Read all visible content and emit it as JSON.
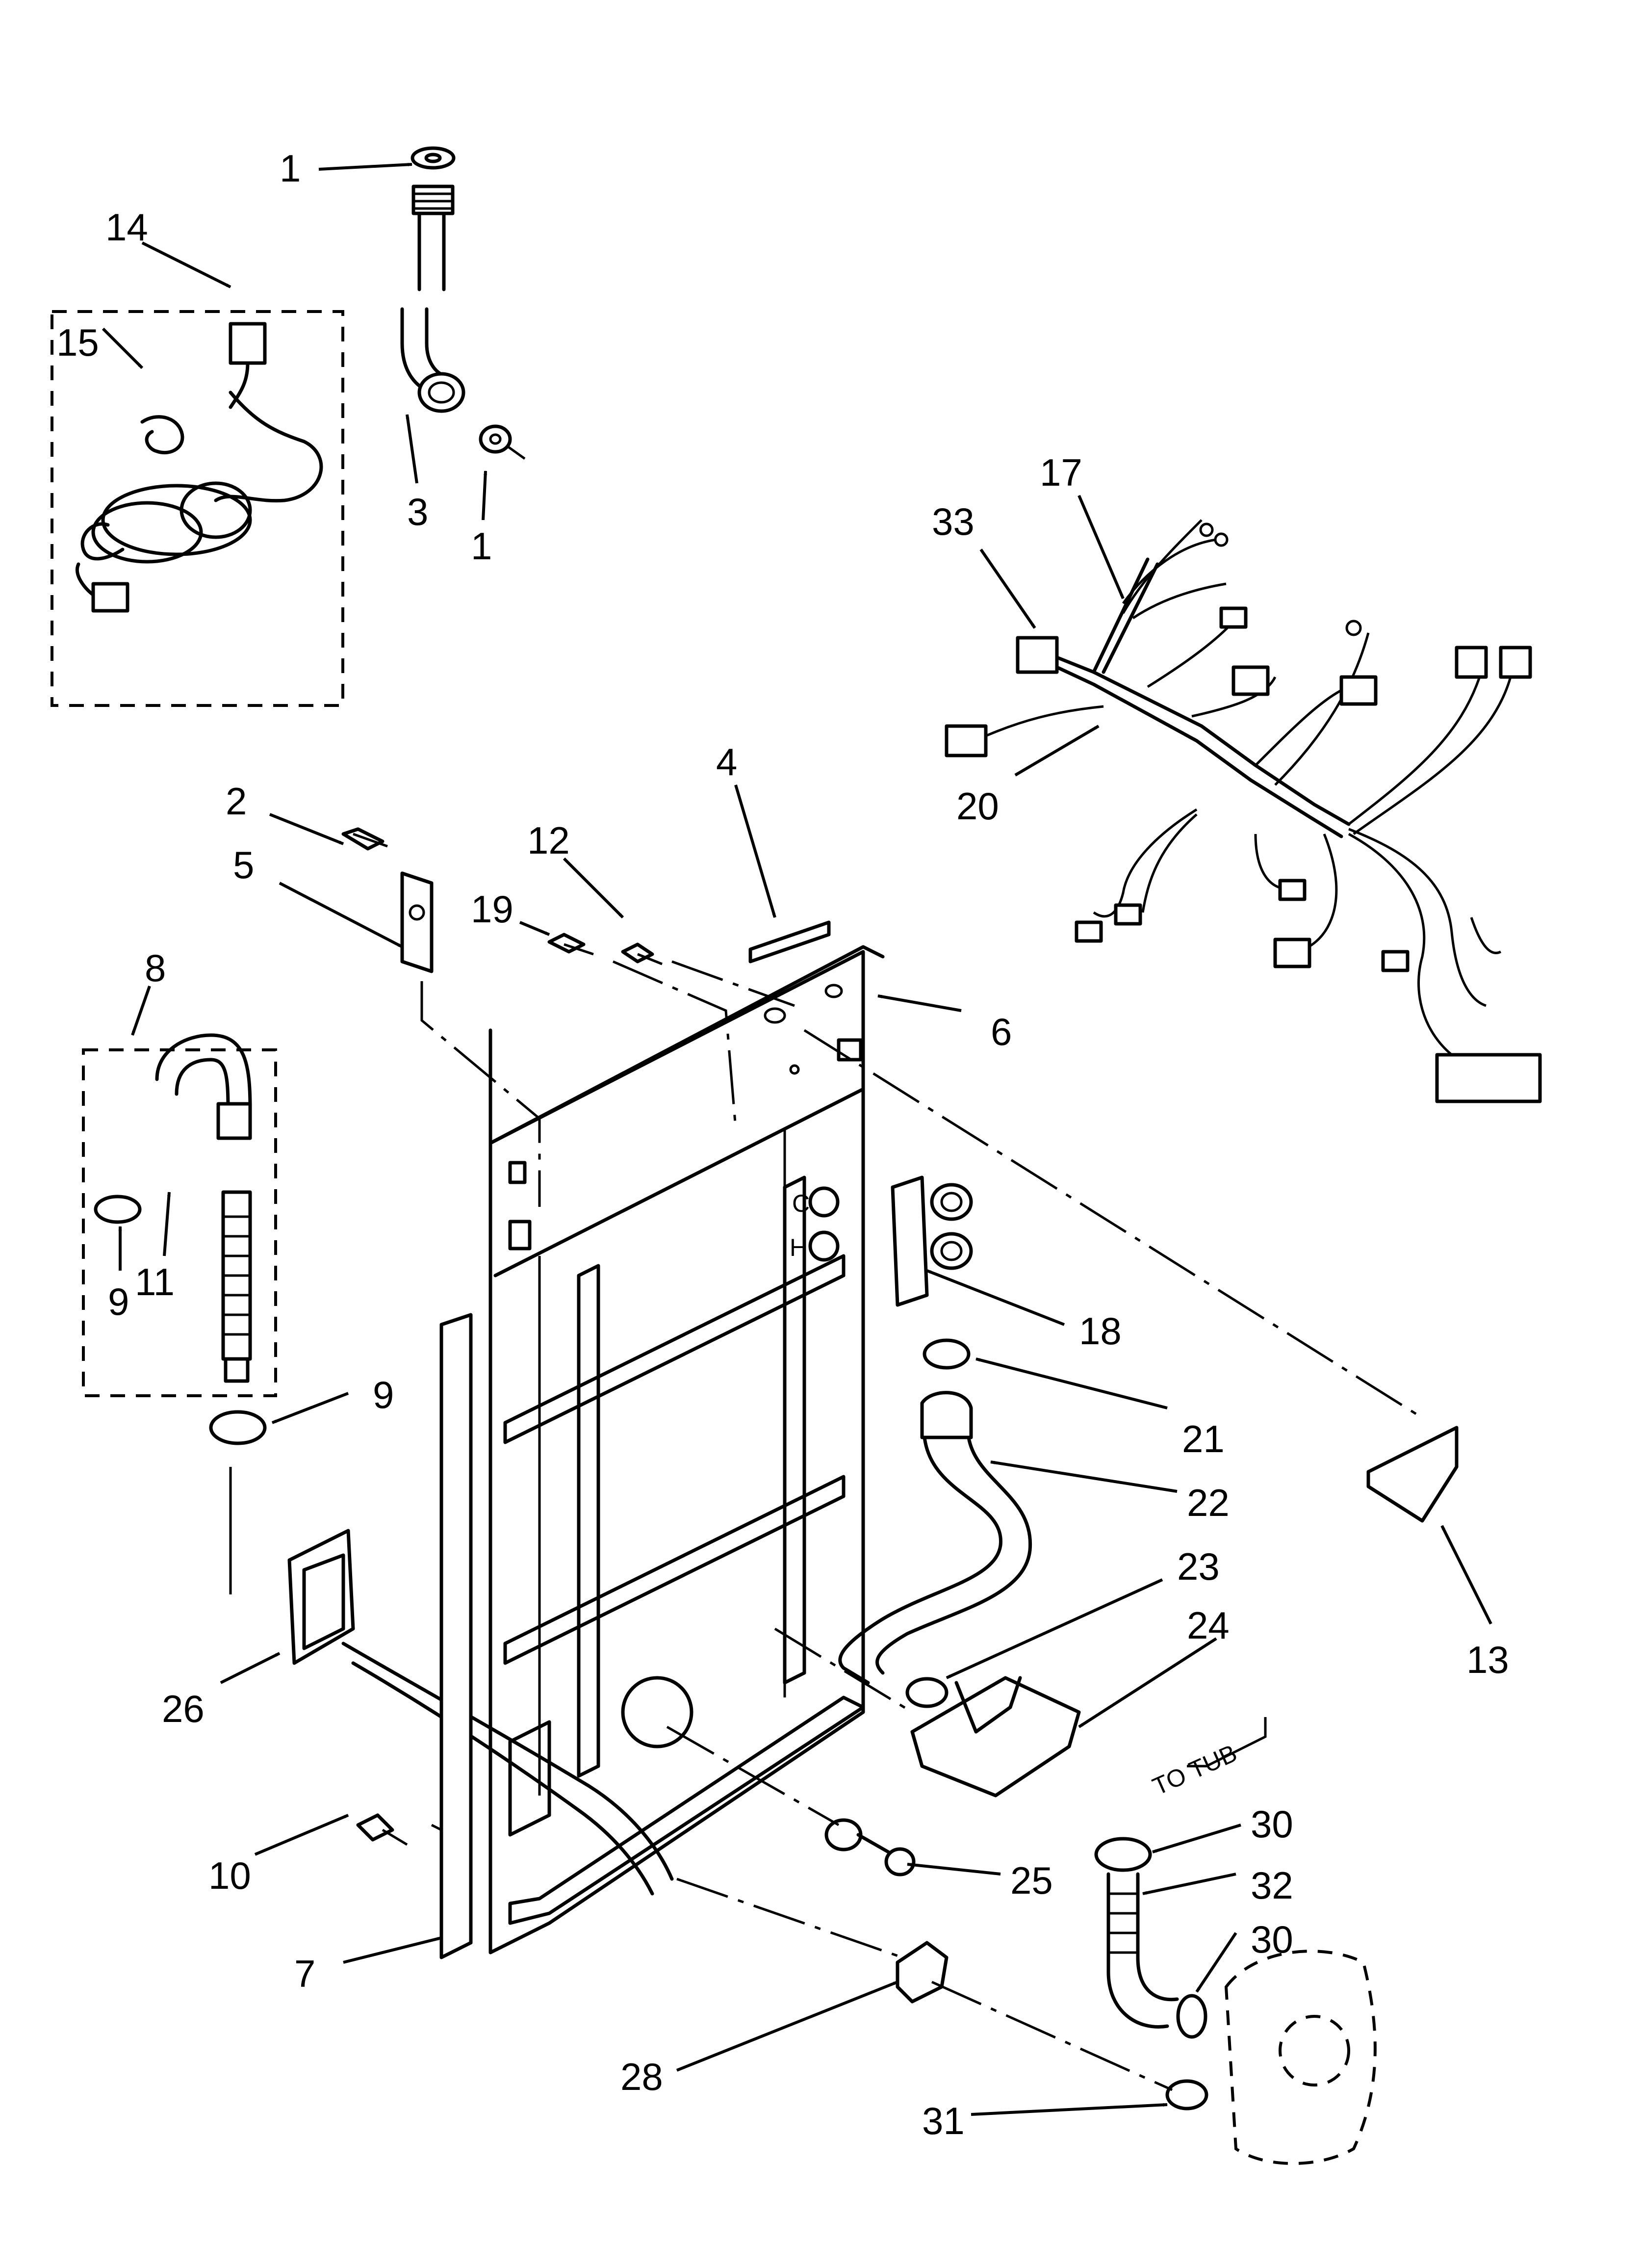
{
  "callouts": [
    {
      "id": "c1a",
      "label": "1"
    },
    {
      "id": "c14",
      "label": "14"
    },
    {
      "id": "c15",
      "label": "15"
    },
    {
      "id": "c3",
      "label": "3"
    },
    {
      "id": "c1b",
      "label": "1"
    },
    {
      "id": "c17",
      "label": "17"
    },
    {
      "id": "c33",
      "label": "33"
    },
    {
      "id": "c20",
      "label": "20"
    },
    {
      "id": "c4",
      "label": "4"
    },
    {
      "id": "c2",
      "label": "2"
    },
    {
      "id": "c12",
      "label": "12"
    },
    {
      "id": "c5",
      "label": "5"
    },
    {
      "id": "c19",
      "label": "19"
    },
    {
      "id": "c6",
      "label": "6"
    },
    {
      "id": "c8",
      "label": "8"
    },
    {
      "id": "c11",
      "label": "11"
    },
    {
      "id": "c9a",
      "label": "9"
    },
    {
      "id": "c9b",
      "label": "9"
    },
    {
      "id": "c18",
      "label": "18"
    },
    {
      "id": "c21",
      "label": "21"
    },
    {
      "id": "c22",
      "label": "22"
    },
    {
      "id": "c23",
      "label": "23"
    },
    {
      "id": "c24",
      "label": "24"
    },
    {
      "id": "c13",
      "label": "13"
    },
    {
      "id": "c26",
      "label": "26"
    },
    {
      "id": "c10",
      "label": "10"
    },
    {
      "id": "c25",
      "label": "25"
    },
    {
      "id": "c30a",
      "label": "30"
    },
    {
      "id": "c32",
      "label": "32"
    },
    {
      "id": "c30b",
      "label": "30"
    },
    {
      "id": "c7",
      "label": "7"
    },
    {
      "id": "c28",
      "label": "28"
    },
    {
      "id": "c31",
      "label": "31"
    }
  ],
  "annotations": {
    "to_tub": "TO TUB",
    "valve_c": "C",
    "valve_h": "H"
  }
}
